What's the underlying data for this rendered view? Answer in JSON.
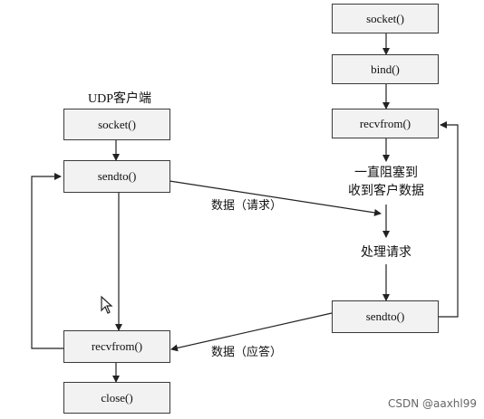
{
  "client": {
    "title": "UDP客户端",
    "socket": "socket()",
    "sendto": "sendto()",
    "recvfrom": "recvfrom()",
    "close": "close()"
  },
  "server": {
    "socket": "socket()",
    "bind": "bind()",
    "recvfrom": "recvfrom()",
    "block_line1": "一直阻塞到",
    "block_line2": "收到客户数据",
    "process": "处理请求",
    "sendto": "sendto()"
  },
  "arrows": {
    "request": "数据（请求）",
    "response": "数据（应答）"
  },
  "watermark": "CSDN @aaxhl99"
}
